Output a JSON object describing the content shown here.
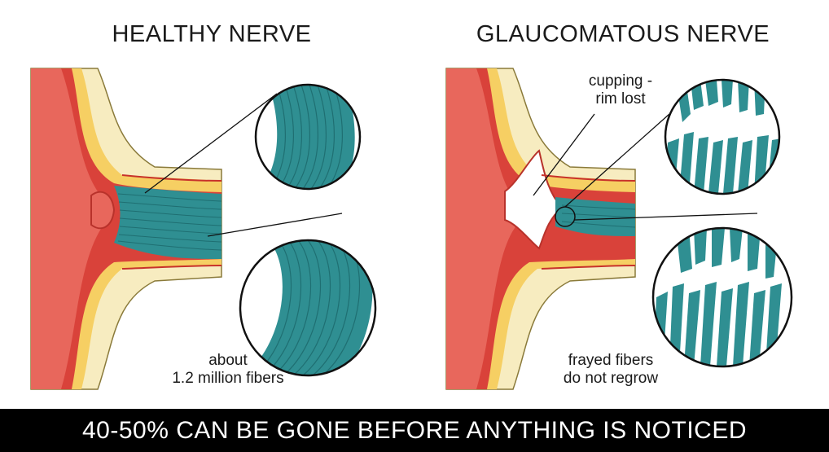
{
  "healthy": {
    "title": "HEALTHY NERVE",
    "note_line1": "about",
    "note_line2": "1.2 million fibers"
  },
  "glaucoma": {
    "title": "GLAUCOMATOUS NERVE",
    "cup_line1": "cupping -",
    "cup_line2": "rim lost",
    "note_line1": "frayed fibers",
    "note_line2": "do not regrow"
  },
  "footer": {
    "text": "40-50% CAN BE GONE BEFORE ANYTHING IS NOTICED"
  },
  "colors": {
    "eyeball": "#e8675c",
    "vessel": "#d9423a",
    "sheath_yellow": "#f6cf63",
    "sheath_cream": "#f7ecc0",
    "fiber_teal": "#2f8f92",
    "fiber_line": "#1f6f72",
    "footer_bg": "#000000"
  }
}
